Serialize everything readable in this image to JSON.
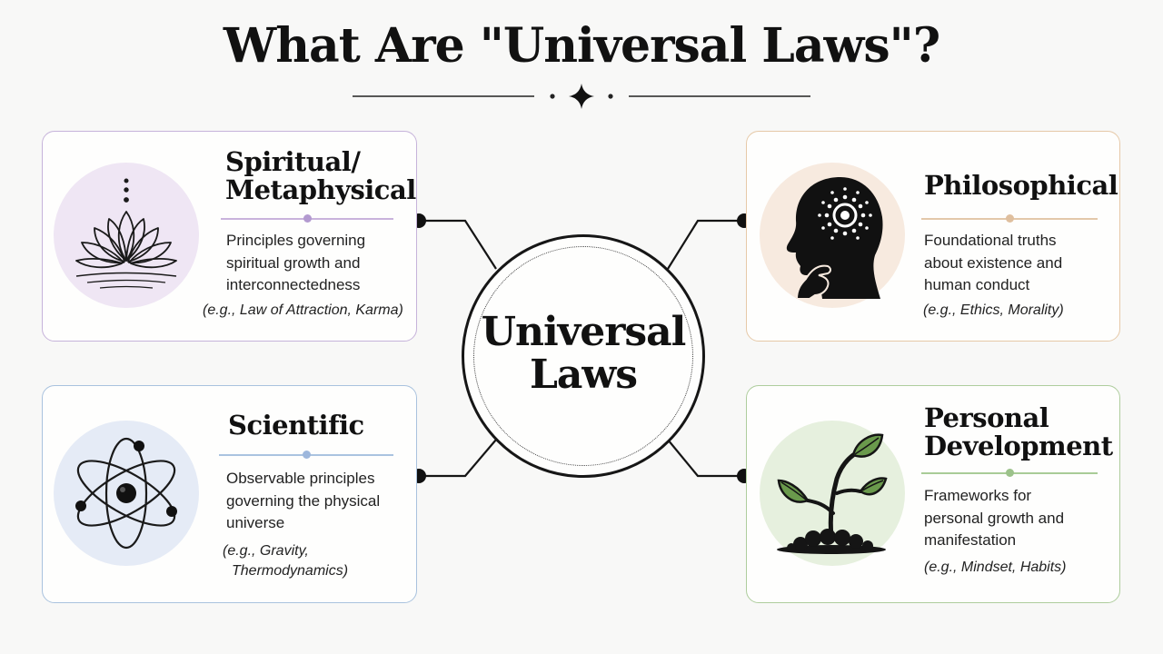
{
  "title": "What Are \"Universal Laws\"?",
  "center": {
    "line1": "Universal",
    "line2": "Laws"
  },
  "cards": {
    "spiritual": {
      "heading_line1": "Spiritual/",
      "heading_line2": "Metaphysical",
      "desc": [
        "Principles governing",
        "spiritual growth and",
        "interconnectedness"
      ],
      "example": [
        "(e.g., Law of Attraction, Karma)"
      ],
      "icon": "lotus-icon",
      "accent": "#b39ad0",
      "circle_bg": "#efe6f4"
    },
    "scientific": {
      "heading_line1": "Scientific",
      "desc": [
        "Observable principles",
        "governing the physical",
        "universe"
      ],
      "example": [
        "(e.g., Gravity,",
        "Thermodynamics)"
      ],
      "icon": "atom-icon",
      "accent": "#9db7dc",
      "circle_bg": "#e5ebf6"
    },
    "philosophical": {
      "heading_line1": "Philosophical",
      "desc": [
        "Foundational truths",
        "about existence and",
        "human conduct"
      ],
      "example": [
        "(e.g., Ethics, Morality)"
      ],
      "icon": "thinking-head-icon",
      "accent": "#dfbf9e",
      "circle_bg": "#f7eadf"
    },
    "personal": {
      "heading_line1": "Personal",
      "heading_line2": "Development",
      "desc": [
        "Frameworks for",
        "personal growth and",
        "manifestation"
      ],
      "example": [
        "(e.g., Mindset, Habits)"
      ],
      "icon": "sprout-icon",
      "accent": "#9cc28a",
      "circle_bg": "#e6f0de"
    }
  }
}
